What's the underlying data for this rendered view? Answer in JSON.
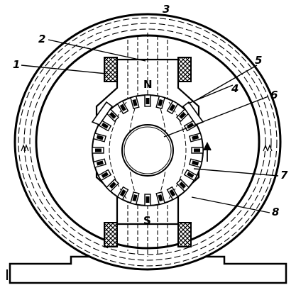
{
  "diagram": {
    "labels": {
      "l1": "1",
      "l2": "2",
      "l3": "3",
      "l4": "4",
      "l5": "5",
      "l6": "6",
      "l7": "7",
      "l8": "8"
    },
    "poles": {
      "north": "N",
      "south": "S"
    },
    "slot_count": 24
  }
}
